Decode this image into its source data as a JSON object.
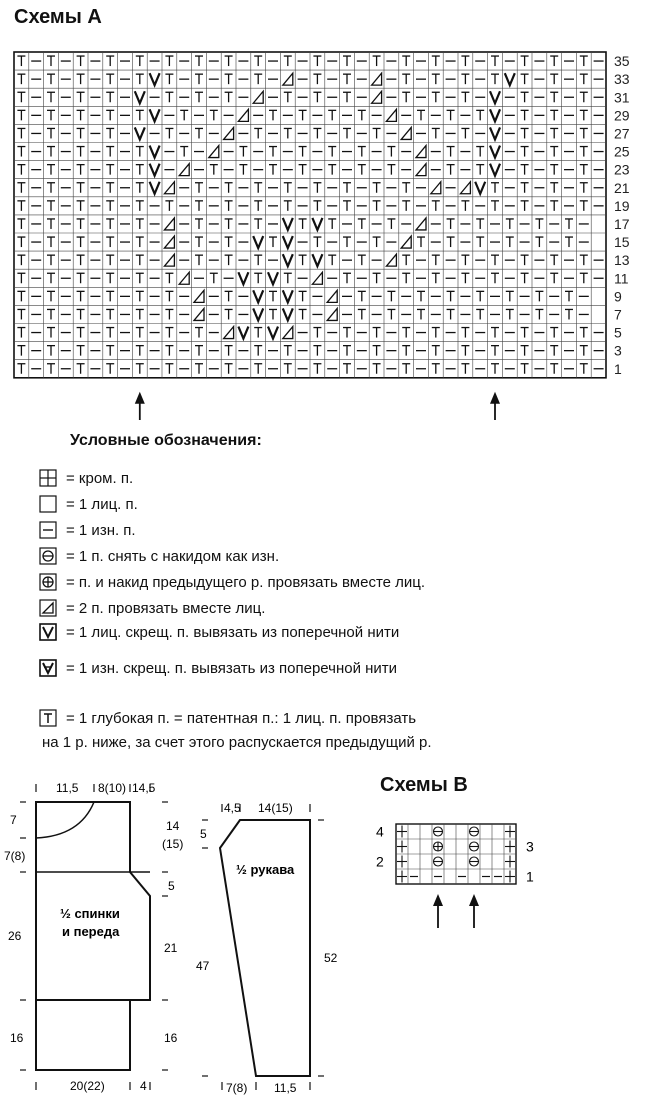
{
  "schemeA": {
    "title": "Схемы А",
    "row_labels": [
      "35",
      "33",
      "31",
      "29",
      "27",
      "25",
      "23",
      "21",
      "19",
      "17",
      "15",
      "13",
      "11",
      "9",
      "7",
      "5",
      "3",
      "1"
    ],
    "grid": [
      "T-T-T-T-T-T-T-T-T-T-T-T-T-T-T-T-T-T-T-T-",
      "T-T-T-T-TvT-T-T-T-a-T-T-a-T-T-T-TvT-T-T-",
      "T-T-T-T-v-T-T-T-a-T-T-T-a-T-T-T-v-T-T-T-",
      "T-T-T-T-Tv-T-T-a-T-T-T-T-a-T-T-Tv-T-T-T-",
      "T-T-T-T-v-T-T-a-T-T-T-T-T-a-T-T-v-T-T-T-",
      "T-T-T-T-Tv-T-a-T-T-T-T-T-T-a-T-Tv-T-T-T-",
      "T-T-T-T-Tv-a-T-T-T-T-T-T-T-a-T-Tv-T-T-T-",
      "T-T-T-T-Tva-T-T-T-T-T-T-T-T-a-avT-T-T-T-",
      "T-T-T-T-T-T-T-T-T-T-T-T-T-T-T-T-T-T-T-T-",
      "T-T-T-T-T-a-T-T-T-vTvT-T-T-a-T-T-T-T-T-",
      "T-T-T-T-T-a-T-T-vTv-T-T-T-aT-T-T-T-T-T-",
      "T-T-T-T-T-a-T-T-T-vTvT-T-aT-T-T-T-T-T-T-",
      "T-T-T-T-T-Ta-T-vTvT-a-T-T-T-T-T-T-T-T-T-",
      "T-T-T-T-T-T-a-T-vTvT-a-T-T-T-T-T-T-T-T-",
      "T-T-T-T-T-T-a-T-vTvT-a-T-T-T-T-T-T-T-T-",
      "T-T-T-T-T-T-T-avTva-T-T-T-T-T-T-T-T-T-T-",
      "T-T-T-T-T-T-T-T-T-T-T-T-T-T-T-T-T-T-T-T-",
      "T-T-T-T-T-T-T-T-T-T-T-T-T-T-T-T-T-T-T-T-"
    ],
    "arrow_columns": [
      8,
      32
    ]
  },
  "legend": {
    "title": "Условные обозначения:",
    "items": [
      {
        "symbol": "edge",
        "text": "= кром. п."
      },
      {
        "symbol": "knit",
        "text": "= 1 лиц. п."
      },
      {
        "symbol": "purl",
        "text": "= 1 изн. п."
      },
      {
        "symbol": "slip",
        "text": "= 1 п. снять с накидом как изн."
      },
      {
        "symbol": "together",
        "text": "= п. и накид предыдущего р. провязать вместе лиц."
      },
      {
        "symbol": "k2tog",
        "text": "= 2 п. провязать вместе лиц."
      },
      {
        "symbol": "v-knit",
        "text": "= 1 лиц. скрещ. п. вывязать из поперечной нити"
      },
      {
        "symbol": "v-purl",
        "text": "= 1 изн. скрещ. п. вывязать из поперечной нити"
      },
      {
        "symbol": "deep",
        "text": "= 1 глубокая п. = патентная п.: 1 лиц. п. провязать"
      }
    ],
    "continuation": "на 1 р. ниже, за счет этого распускается предыдущий р."
  },
  "pattern_body": {
    "label_line1": "½ спинки",
    "label_line2": "и переда",
    "dims": {
      "top_a": "11,5",
      "top_b": "8(10)",
      "top_c": "14,5",
      "left_1": "7",
      "left_2": "7(8)",
      "left_3": "26",
      "left_4": "16",
      "right_1": "14",
      "right_1b": "(15)",
      "right_2": "5",
      "right_3": "21",
      "right_4": "16",
      "bottom_a": "20(22)",
      "bottom_b": "4"
    }
  },
  "pattern_sleeve": {
    "label": "½ рукава",
    "dims": {
      "top_a": "4,5",
      "top_b": "14(15)",
      "left_1": "5",
      "left_2": "47",
      "right_1": "52",
      "bottom_a": "7(8)",
      "bottom_b": "11,5"
    }
  },
  "schemeB": {
    "title": "Схемы B",
    "row_labels_left": [
      "4",
      "2"
    ],
    "row_labels_right": [
      "3",
      "1"
    ],
    "grid": [
      "+  o  o  +",
      "+  x  o  +",
      "+  o  o  +",
      "+- - - --+"
    ]
  }
}
